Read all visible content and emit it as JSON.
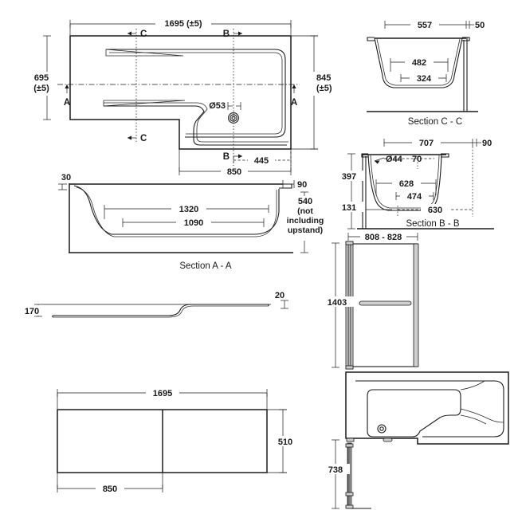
{
  "drawing": {
    "title": "Bath technical drawing - dimensioned views",
    "units": "mm",
    "line_color": "#1a1a1a",
    "background": "#ffffff"
  },
  "plan_view": {
    "name": "plan-view",
    "dimensions": {
      "overall_length": "1695 (±5)",
      "left_width": "695",
      "left_width_tol": "(±5)",
      "right_width": "845",
      "right_width_tol": "(±5)",
      "waste_diameter": "Ø53",
      "waste_offset": "445",
      "step_position": "850"
    },
    "section_marks": {
      "a_left": "A",
      "a_right": "A",
      "c_top": "C",
      "c_bottom": "C",
      "b_top": "B",
      "b_bottom": "B"
    }
  },
  "section_a": {
    "name": "section-a-a",
    "label": "Section A - A",
    "dimensions": {
      "left_upstand": "30",
      "right_rim": "90",
      "inner_top": "1320",
      "inner_base": "1090",
      "height": "540",
      "height_note_line1": "(not",
      "height_note_line2": "including",
      "height_note_line3": "upstand)",
      "plan_step": "850"
    }
  },
  "section_c": {
    "name": "section-c-c",
    "label": "Section C - C",
    "dimensions": {
      "outer_width": "557",
      "rim_offset": "50",
      "inner_upper": "482",
      "inner_lower": "324"
    }
  },
  "section_b": {
    "name": "section-b-b",
    "label": "Section B - B",
    "dimensions": {
      "outer_width": "707",
      "rim_offset": "90",
      "overflow_diameter": "Ø44",
      "overflow_height": "70",
      "height": "397",
      "base_height": "131",
      "inner_upper": "628",
      "inner_lower": "474",
      "base_width": "630"
    }
  },
  "profile_view": {
    "name": "profile-section-view",
    "dimensions": {
      "drop_height": "170",
      "panel_thickness": "20"
    }
  },
  "front_panel": {
    "name": "front-panel-view",
    "dimensions": {
      "length": "1695",
      "height": "510",
      "split": "850"
    }
  },
  "screen_front": {
    "name": "bath-screen-front-view",
    "dimensions": {
      "width": "808 - 828",
      "height": "1403"
    }
  },
  "screen_plan": {
    "name": "bath-screen-plan-view",
    "dimensions": {
      "screen_length": "738"
    }
  }
}
